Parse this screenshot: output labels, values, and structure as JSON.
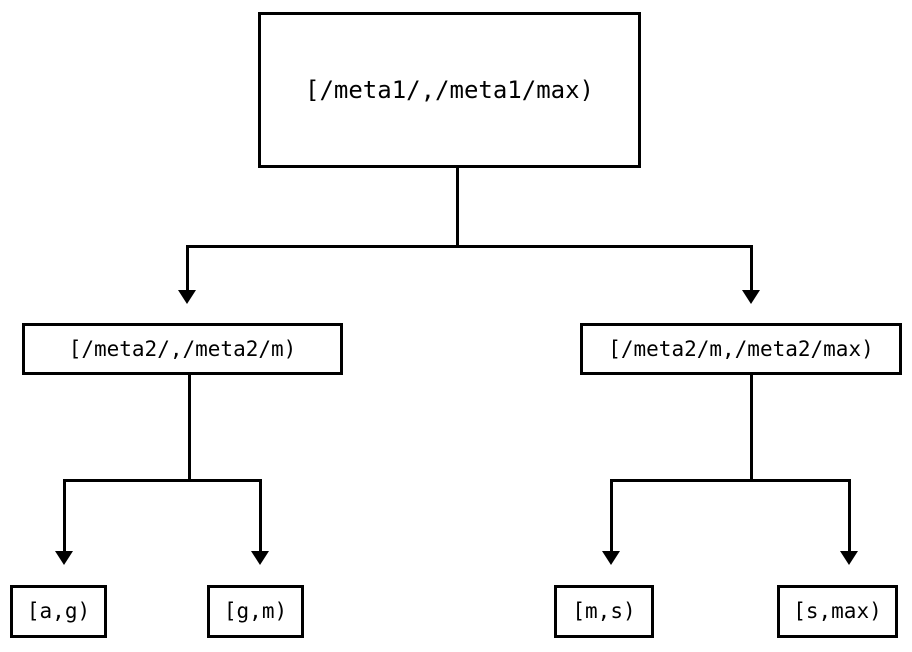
{
  "diagram": {
    "title_text": "",
    "type": "binary-tree",
    "stroke_color": "#000000",
    "background_color": "#ffffff",
    "nodes": {
      "root": {
        "label": "[/meta1/,/meta1/max)"
      },
      "level2": [
        {
          "label": "[/meta2/,/meta2/m)"
        },
        {
          "label": "[/meta2/m,/meta2/max)"
        }
      ],
      "leaves": [
        {
          "label": "[a,g)"
        },
        {
          "label": "[g,m)"
        },
        {
          "label": "[m,s)"
        },
        {
          "label": "[s,max)"
        }
      ]
    },
    "edges": [
      {
        "from": "root",
        "to": "level2.0",
        "arrow": "down"
      },
      {
        "from": "root",
        "to": "level2.1",
        "arrow": "down"
      },
      {
        "from": "level2.0",
        "to": "leaves.0",
        "arrow": "down"
      },
      {
        "from": "level2.0",
        "to": "leaves.1",
        "arrow": "down"
      },
      {
        "from": "level2.1",
        "to": "leaves.2",
        "arrow": "down"
      },
      {
        "from": "level2.1",
        "to": "leaves.3",
        "arrow": "down"
      }
    ]
  }
}
